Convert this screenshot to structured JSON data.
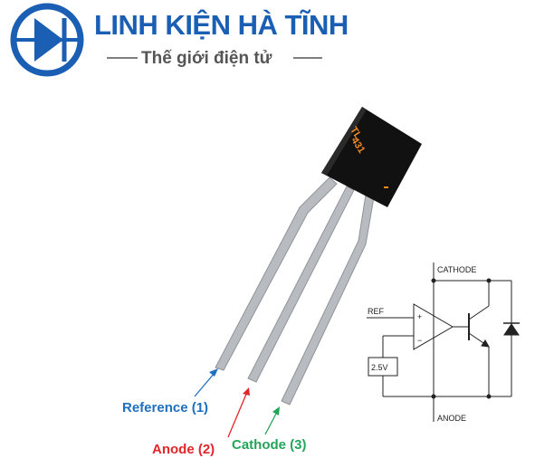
{
  "brand": {
    "title": "LINH KIỆN HÀ TĨNH",
    "tagline": "Thế giới điện tử",
    "color": "#1a5fb4"
  },
  "chip": {
    "marking_line1": "TL",
    "marking_line2": "431",
    "marking_color": "#f08a24",
    "body_color": "#111111",
    "lead_color": "#b8bcc0"
  },
  "pins": [
    {
      "label": "Reference (1)",
      "color": "#1f6fbf"
    },
    {
      "label": "Anode (2)",
      "color": "#e3262a"
    },
    {
      "label": "Cathode (3)",
      "color": "#22a55a"
    }
  ],
  "schematic": {
    "cathode": "CATHODE",
    "anode": "ANODE",
    "ref": "REF",
    "plus": "+",
    "minus": "−",
    "vref": "2.5V"
  },
  "icons": [
    "diode-logo-icon"
  ]
}
